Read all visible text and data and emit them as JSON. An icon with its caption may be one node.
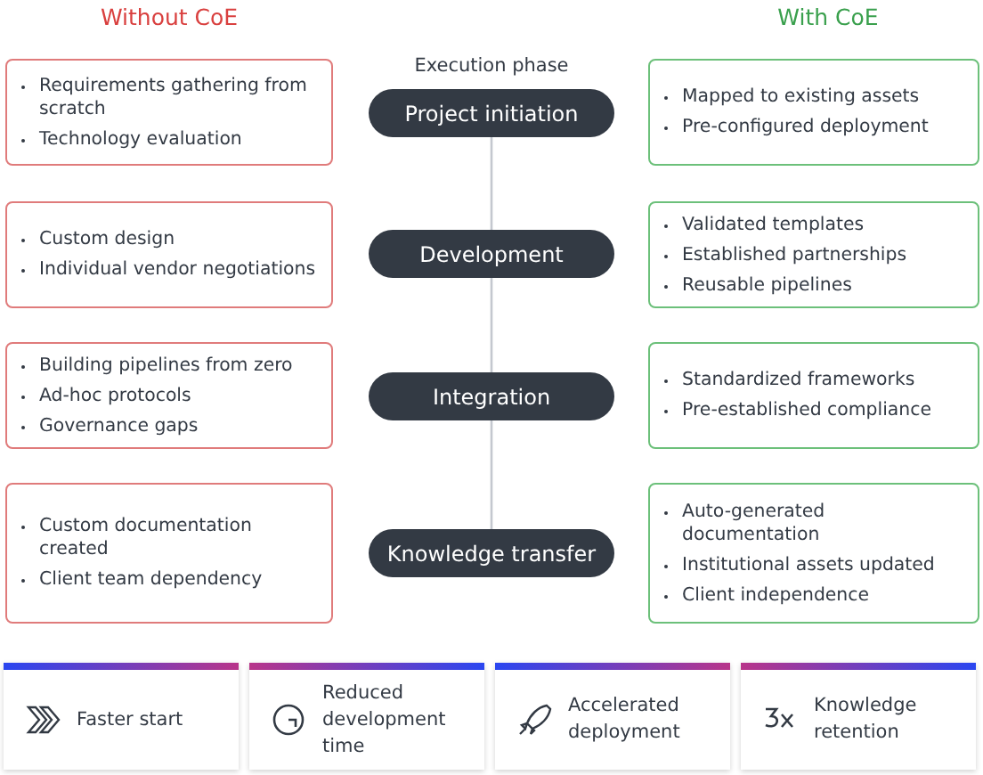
{
  "diagram": {
    "nodes": [
      {
        "text": [
          "Requirements gathering from scratch",
          "Technology evaluation"
        ]
      },
      {
        "text": [
          "Project initiation"
        ]
      },
      {
        "text": [
          "Mapped to existing assets",
          "Pre-configured deployment"
        ]
      },
      {
        "text": [
          "Custom design",
          "Individual vendor negotiations"
        ]
      },
      {
        "text": [
          "Development"
        ]
      },
      {
        "text": [
          "Validated templates",
          "Established partnerships",
          "Reusable pipelines"
        ]
      },
      {
        "text": [
          "Building pipelines from zero",
          "Ad-hoc protocols",
          "Governance gaps"
        ]
      },
      {
        "text": [
          "Integration"
        ]
      },
      {
        "text": [
          "Standardized frameworks",
          "Pre-established compliance"
        ]
      },
      {
        "text": [
          "Custom documentation created",
          "Client team dependency"
        ]
      },
      {
        "text": [
          "Knowledge transfer"
        ]
      },
      {
        "text": [
          "Auto-generated documentation",
          "Institutional assets updated",
          "Client independence"
        ]
      },
      {
        "text": [
          "Faster start"
        ]
      },
      {
        "text": [
          "Reduced development time"
        ]
      },
      {
        "text": [
          "Accelerated deployment"
        ]
      },
      {
        "text": [
          "Knowledge retention"
        ]
      }
    ],
    "edges": [
      {
        "from": 1,
        "to": 4,
        "arrow": "none"
      },
      {
        "from": 4,
        "to": 7,
        "arrow": "none"
      },
      {
        "from": 7,
        "to": 10,
        "arrow": "none"
      }
    ],
    "labels": [
      "Without CoE",
      "With CoE",
      "Execution phase"
    ]
  }
}
